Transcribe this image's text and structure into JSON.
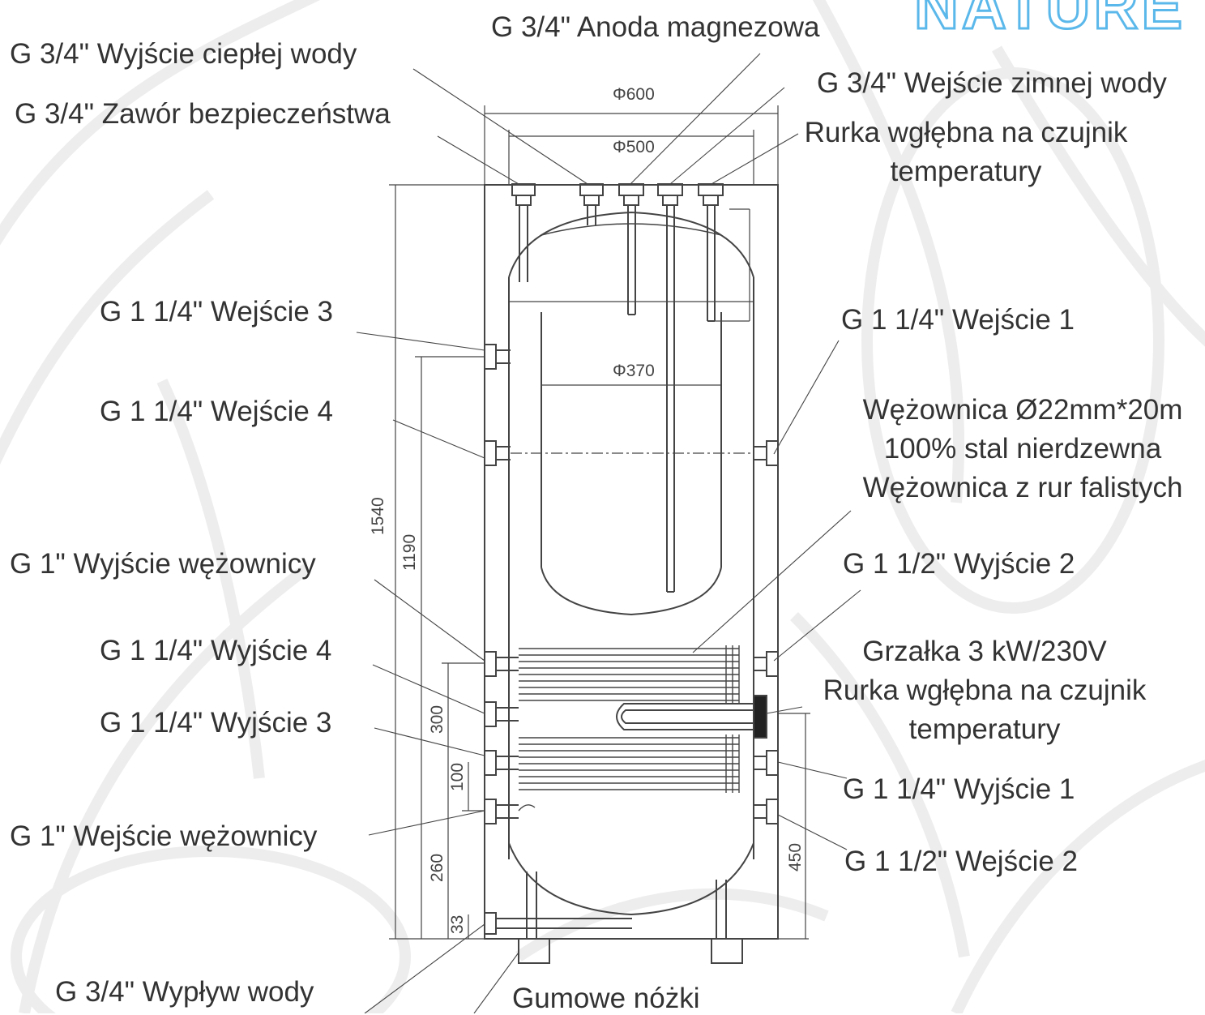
{
  "brand": {
    "logo_text": "NATURE",
    "accent_color": "#5bb8ea"
  },
  "labels": {
    "anode": "G 3/4\" Anoda magnezowa",
    "hot_water_out": "G 3/4\" Wyjście ciepłej wody",
    "safety_valve": "G 3/4\" Zawór bezpieczeństwa",
    "cold_water_in": "G 3/4\" Wejście zimnej wody",
    "sensor_tube_top_1": "Rurka wgłębna na czujnik",
    "sensor_tube_top_2": "temperatury",
    "inlet3": "G 1 1/4\" Wejście 3",
    "inlet4": "G 1 1/4\" Wejście 4",
    "inlet1": "G 1 1/4\" Wejście 1",
    "coil_1": "Wężownica Ø22mm*20m",
    "coil_2": "100% stal nierdzewna",
    "coil_3": "Wężownica z rur falistych",
    "coil_out": "G 1\" Wyjście wężownicy",
    "outlet2": "G 1 1/2\" Wyjście 2",
    "outlet4": "G 1 1/4\" Wyjście 4",
    "heater_1": "Grzałka 3 kW/230V",
    "heater_2": "Rurka wgłębna na czujnik",
    "heater_3": "temperatury",
    "outlet3": "G 1 1/4\" Wyjście 3",
    "outlet1": "G 1 1/4\" Wyjście 1",
    "coil_in": "G 1\" Wejście wężownicy",
    "inlet2": "G 1 1/2\" Wejście 2",
    "drain": "G 3/4\" Wypływ wody",
    "feet": "Gumowe nóżki"
  },
  "dimensions": {
    "d600": "Φ600",
    "d500": "Φ500",
    "d370": "Φ370",
    "h1540": "1540",
    "h1190": "1190",
    "h300": "300",
    "h100": "100",
    "h260": "260",
    "h33": "33",
    "h450": "450"
  },
  "colors": {
    "line": "#444444",
    "label_text": "#333333",
    "leaf_pattern": "#ededed"
  }
}
